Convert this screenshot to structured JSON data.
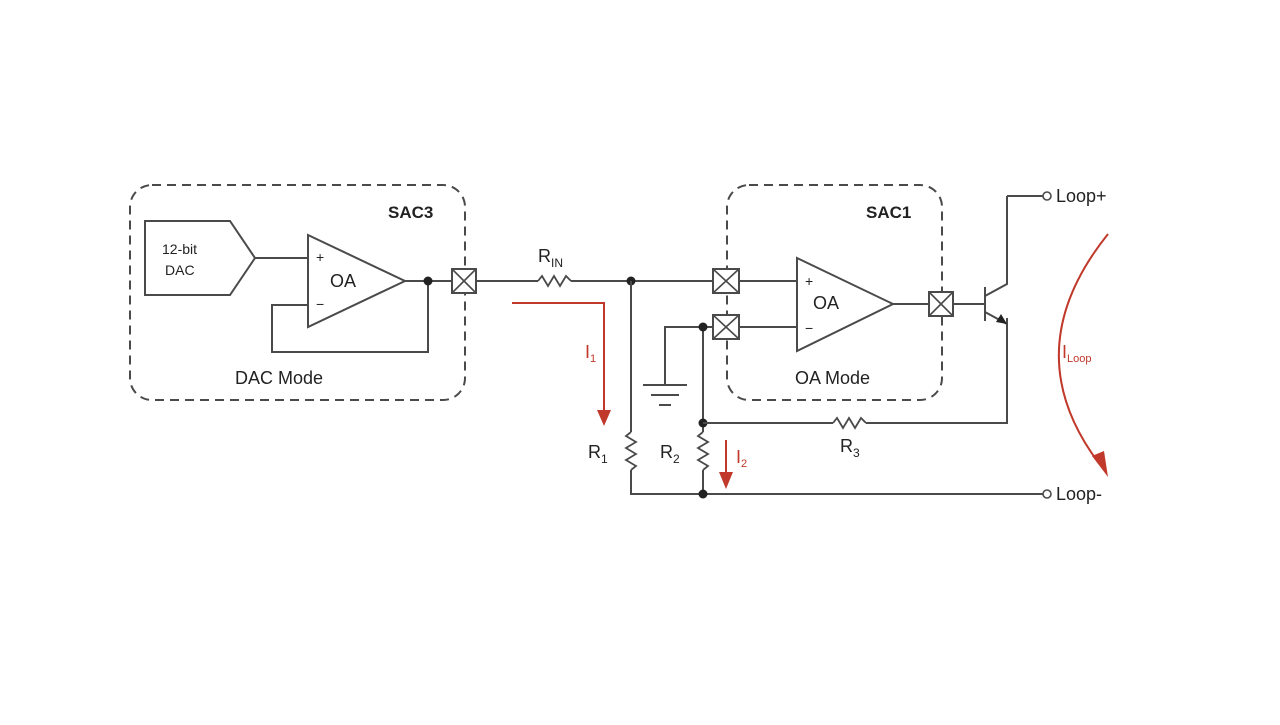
{
  "blocks": {
    "sac3": {
      "title": "SAC3",
      "mode": "DAC Mode"
    },
    "sac1": {
      "title": "SAC1",
      "mode": "OA Mode"
    }
  },
  "dac": {
    "line1": "12-bit",
    "line2": "DAC"
  },
  "opamp": {
    "label": "OA",
    "plus": "+",
    "minus": "−"
  },
  "resistors": {
    "rin": {
      "base": "R",
      "sub": "IN"
    },
    "r1": {
      "base": "R",
      "sub": "1"
    },
    "r2": {
      "base": "R",
      "sub": "2"
    },
    "r3": {
      "base": "R",
      "sub": "3"
    }
  },
  "currents": {
    "i1": {
      "base": "I",
      "sub": "1"
    },
    "i2": {
      "base": "I",
      "sub": "2"
    },
    "iloop": {
      "base": "I",
      "sub": "Loop"
    }
  },
  "terminals": {
    "loop_plus": "Loop+",
    "loop_minus": "Loop-"
  },
  "colors": {
    "wire": "#4a4a4a",
    "current_arrow": "#c0392b"
  }
}
